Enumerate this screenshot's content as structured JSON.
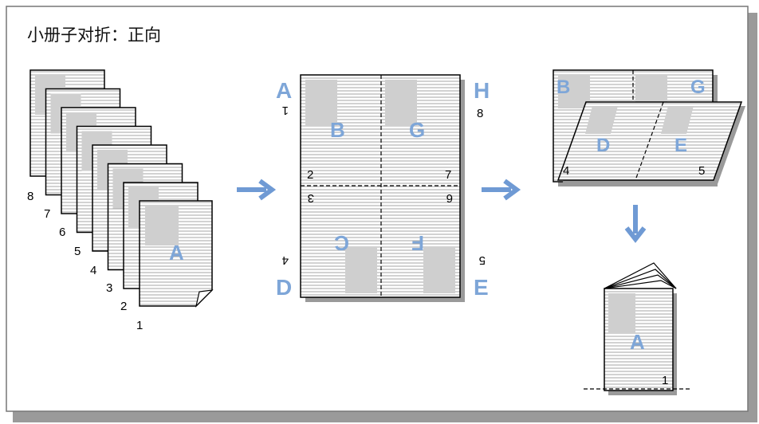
{
  "title": "小册子对折：正向",
  "colors": {
    "accent": "#7ea6d8",
    "panel": "#cfcfcf",
    "lines": "#9a9a9a",
    "shadow": "#9a9a9a",
    "border": "#777777"
  },
  "stack": {
    "front_letter": "A",
    "page_numbers": [
      "8",
      "7",
      "6",
      "5",
      "4",
      "3",
      "2",
      "1"
    ]
  },
  "sheet": {
    "top_left_letter": "A",
    "top_right_letter": "H",
    "bottom_left_letter": "D",
    "bottom_right_letter": "E",
    "top_left_num": "1",
    "top_right_num": "8",
    "bottom_left_num": "4",
    "bottom_right_num": "5",
    "inner_tl_letter": "B",
    "inner_tr_letter": "G",
    "inner_bl_letter": "C",
    "inner_br_letter": "F",
    "inner_tl_num": "2",
    "inner_tr_num": "7",
    "inner_bl_num": "3",
    "inner_br_num": "6"
  },
  "folded": {
    "back_left": "B",
    "back_right": "G",
    "front_left": "D",
    "front_right": "E",
    "num_left": "4",
    "num_right": "5"
  },
  "booklet": {
    "letter": "A",
    "page_num": "1"
  },
  "icons": [
    "arrow-right-icon",
    "arrow-right-icon",
    "arrow-down-icon"
  ]
}
